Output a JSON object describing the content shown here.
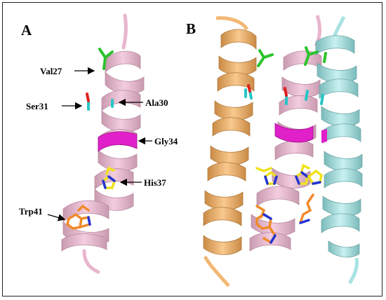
{
  "panels": {
    "a": {
      "letter": "A"
    },
    "b": {
      "letter": "B"
    }
  },
  "residues": {
    "val27": "Val27",
    "ser31": "Ser31",
    "ala30": "Ala30",
    "gly34": "Gly34",
    "his37": "His37",
    "trp41": "Trp41"
  },
  "colors": {
    "helix_pink": "#e8b6cc",
    "helix_orange": "#f2b874",
    "helix_cyan": "#a9e2e2",
    "gly_magenta": "#e020c8",
    "val_green": "#2bc32b",
    "ser_cyan": "#27c6c6",
    "his_yellow": "#efe21c",
    "trp_orange": "#f08a2a",
    "nitrogen_blue": "#2333d6",
    "oxygen_red": "#e0201c"
  }
}
